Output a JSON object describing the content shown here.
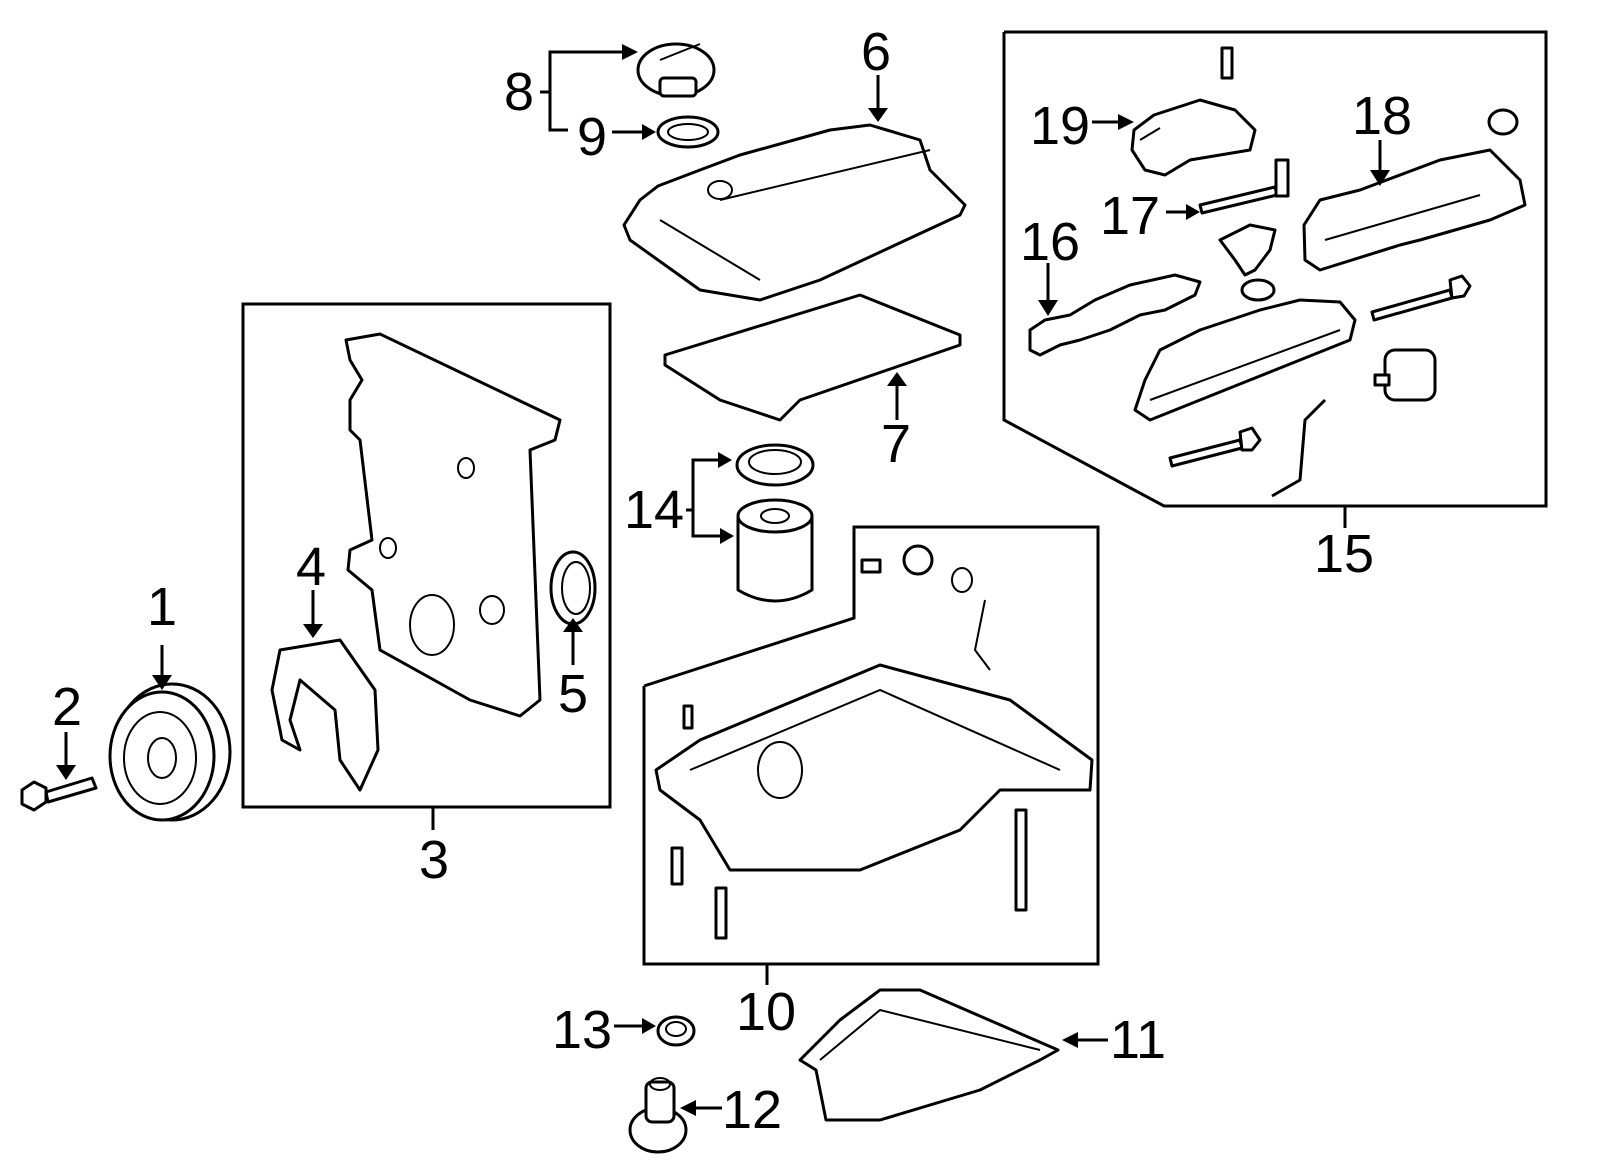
{
  "diagram": {
    "title": "Engine parts exploded view",
    "callouts": [
      {
        "id": "1",
        "label": "1",
        "part": "crankshaft-pulley"
      },
      {
        "id": "2",
        "label": "2",
        "part": "pulley-bolt"
      },
      {
        "id": "3",
        "label": "3",
        "part": "timing-cover-group"
      },
      {
        "id": "4",
        "label": "4",
        "part": "timing-cover-gasket"
      },
      {
        "id": "5",
        "label": "5",
        "part": "front-crank-seal"
      },
      {
        "id": "6",
        "label": "6",
        "part": "valve-cover"
      },
      {
        "id": "7",
        "label": "7",
        "part": "valve-cover-gasket"
      },
      {
        "id": "8",
        "label": "8",
        "part": "oil-filler-cap"
      },
      {
        "id": "9",
        "label": "9",
        "part": "filler-cap-seal"
      },
      {
        "id": "10",
        "label": "10",
        "part": "oil-pan-group"
      },
      {
        "id": "11",
        "label": "11",
        "part": "lower-oil-pan"
      },
      {
        "id": "12",
        "label": "12",
        "part": "drain-plug"
      },
      {
        "id": "13",
        "label": "13",
        "part": "drain-plug-gasket"
      },
      {
        "id": "14",
        "label": "14",
        "part": "oil-filter"
      },
      {
        "id": "15",
        "label": "15",
        "part": "intake-group"
      },
      {
        "id": "16",
        "label": "16",
        "part": "intake-gasket"
      },
      {
        "id": "17",
        "label": "17",
        "part": "seal"
      },
      {
        "id": "18",
        "label": "18",
        "part": "manifold-cover"
      },
      {
        "id": "19",
        "label": "19",
        "part": "throttle-body"
      }
    ]
  }
}
